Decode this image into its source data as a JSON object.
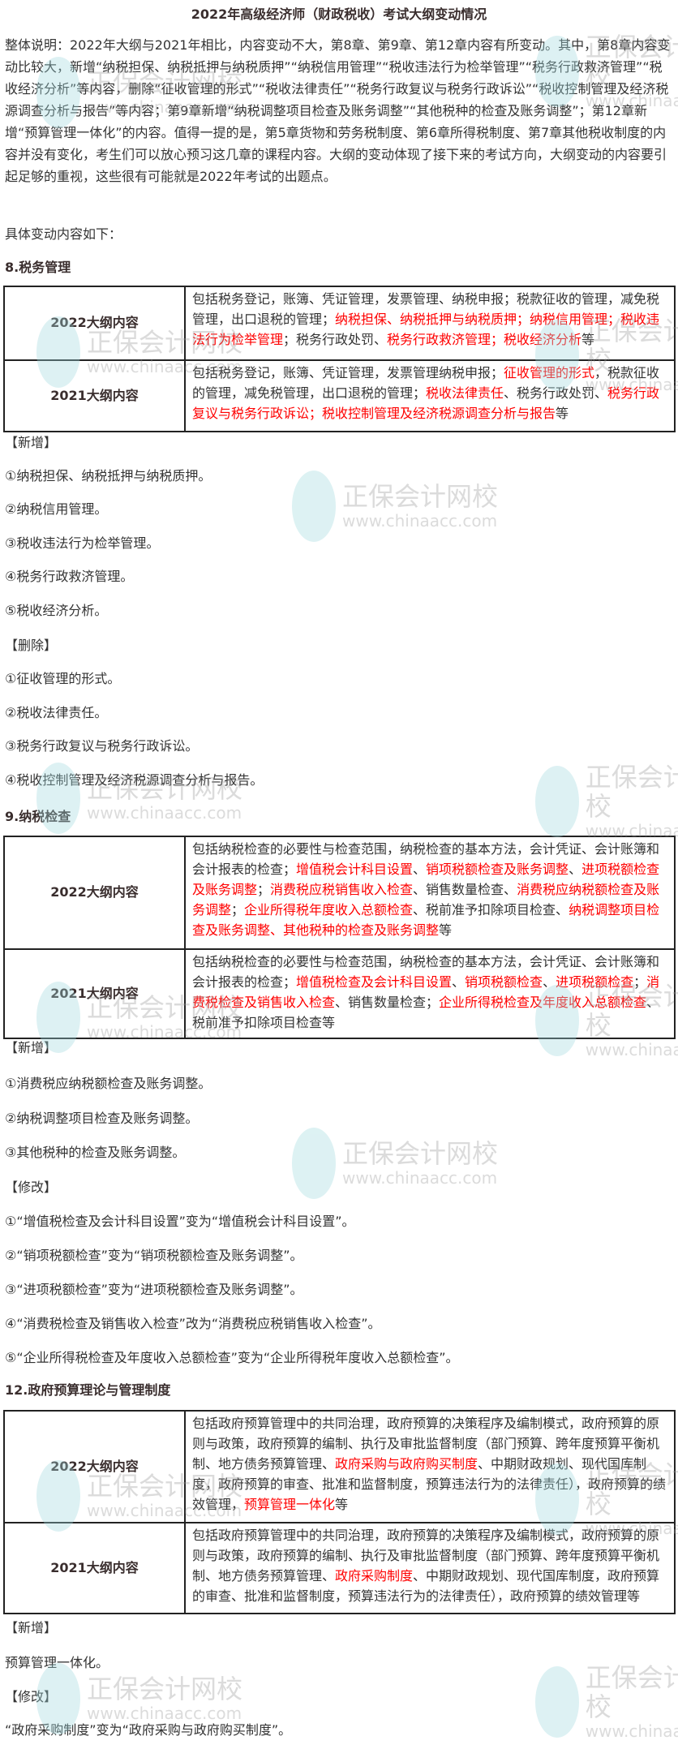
{
  "title": "2022年高级经济师（财政税收）考试大纲变动情况",
  "intro": "整体说明：2022年大纲与2021年相比，内容变动不大，第8章、第9章、第12章内容有所变动。其中，第8章内容变动比较大，新增“纳税担保、纳税抵押与纳税质押”“纳税信用管理”“税收违法行为检举管理”“税务行政救济管理”“税收经济分析”等内容，删除“征收管理的形式”“税收法律责任”“税务行政复议与税务行政诉讼”“税收控制管理及经济税源调查分析与报告”等内容；第9章新增“纳税调整项目检查及账务调整”“其他税种的检查及账务调整”；第12章新增“预算管理一体化”的内容。值得一提的是，第5章货物和劳务税制度、第6章所得税制度、第7章其他税收制度的内容并没有变化，考生们可以放心预习这几章的课程内容。大纲的变动体现了接下来的考试方向，大纲变动的内容要引起足够的重视，这些很有可能就是2022年考试的出题点。",
  "lead": "具体变动内容如下：",
  "watermark": {
    "name": "正保会计网校",
    "url": "www.chinaacc.com"
  },
  "sections": [
    {
      "heading": "8.税务管理",
      "rows": [
        {
          "label": "2022大纲内容",
          "segments": [
            {
              "t": "包括税务登记，账簿、凭证管理，发票管理、纳税申报；税款征收的管理，减免税管理，出口退税的管理；",
              "red": false
            },
            {
              "t": "纳税担保、纳税抵押与纳税质押；纳税信用管理；税收违法行为检举管理",
              "red": true
            },
            {
              "t": "；税务行政处罚、",
              "red": false
            },
            {
              "t": "税务行政救济管理；税收经济分析",
              "red": true
            },
            {
              "t": "等",
              "red": false
            }
          ]
        },
        {
          "label": "2021大纲内容",
          "segments": [
            {
              "t": "包括税务登记，账簿、凭证管理，发票管理纳税申报；",
              "red": false
            },
            {
              "t": "征收管理的形式",
              "red": true
            },
            {
              "t": "，税款征收的管理，减免税管理，出口退税的管理；",
              "red": false
            },
            {
              "t": "税收法律责任",
              "red": true
            },
            {
              "t": "、税务行政处罚、",
              "red": false
            },
            {
              "t": "税务行政复议与税务行政诉讼；税收控制管理及经济税源调查分析与报告",
              "red": true
            },
            {
              "t": "等",
              "red": false
            }
          ]
        }
      ],
      "groups": [
        {
          "label": "【新增】",
          "items": [
            "①纳税担保、纳税抵押与纳税质押。",
            "②纳税信用管理。",
            "③税收违法行为检举管理。",
            "④税务行政救济管理。",
            "⑤税收经济分析。"
          ]
        },
        {
          "label": "【删除】",
          "items": [
            "①征收管理的形式。",
            "②税收法律责任。",
            "③税务行政复议与税务行政诉讼。",
            "④税收控制管理及经济税源调查分析与报告。"
          ]
        }
      ]
    },
    {
      "heading": "9.纳税检查",
      "rows": [
        {
          "label": "2022大纲内容",
          "segments": [
            {
              "t": "包括纳税检查的必要性与检查范围，纳税检查的基本方法，会计凭证、会计账簿和会计报表的检查；",
              "red": false
            },
            {
              "t": "增值税会计科目设置",
              "red": true
            },
            {
              "t": "、",
              "red": false
            },
            {
              "t": "销项税额检查及账务调整",
              "red": true
            },
            {
              "t": "、",
              "red": false
            },
            {
              "t": "进项税额检查及账务调整",
              "red": true
            },
            {
              "t": "；",
              "red": false
            },
            {
              "t": "消费税应税销售收入检查",
              "red": true
            },
            {
              "t": "、销售数量检查、",
              "red": false
            },
            {
              "t": "消费税应纳税额检查及账务调整",
              "red": true
            },
            {
              "t": "；",
              "red": false
            },
            {
              "t": "企业所得税年度收入总额检查",
              "red": true
            },
            {
              "t": "、税前准予扣除项目检查、",
              "red": false
            },
            {
              "t": "纳税调整项目检查及账务调整、其他税种的检查及账务调整",
              "red": true
            },
            {
              "t": "等",
              "red": false
            }
          ]
        },
        {
          "label": "2021大纲内容",
          "segments": [
            {
              "t": "包括纳税检查的必要性与检查范围，纳税检查的基本方法，会计凭证、会计账簿和会计报表的检查；",
              "red": false
            },
            {
              "t": "增值税检查及会计科目设置",
              "red": true
            },
            {
              "t": "、",
              "red": false
            },
            {
              "t": "销项税额检查",
              "red": true
            },
            {
              "t": "、",
              "red": false
            },
            {
              "t": "进项税额检查",
              "red": true
            },
            {
              "t": "；",
              "red": false
            },
            {
              "t": "消费税检查及销售收入检查",
              "red": true
            },
            {
              "t": "、销售数量检查；",
              "red": false
            },
            {
              "t": "企业所得税检查及年度收入总额检查",
              "red": true
            },
            {
              "t": "、税前准予扣除项目检查等",
              "red": false
            }
          ]
        }
      ],
      "groups": [
        {
          "label": "【新增】",
          "items": [
            "①消费税应纳税额检查及账务调整。",
            "②纳税调整项目检查及账务调整。",
            "③其他税种的检查及账务调整。"
          ]
        },
        {
          "label": "【修改】",
          "items": [
            "①“增值税检查及会计科目设置”变为“增值税会计科目设置”。",
            "②“销项税额检查”变为“销项税额检查及账务调整”。",
            "③“进项税额检查”变为“进项税额检查及账务调整”。",
            "④“消费税检查及销售收入检查”改为“消费税应税销售收入检查”。",
            "⑤“企业所得税检查及年度收入总额检查”变为“企业所得税年度收入总额检查”。"
          ]
        }
      ]
    },
    {
      "heading": "12.政府预算理论与管理制度",
      "rows": [
        {
          "label": "2022大纲内容",
          "segments": [
            {
              "t": "包括政府预算管理中的共同治理，政府预算的决策程序及编制模式，政府预算的原则与政策，政府预算的编制、执行及审批监督制度（部门预算、跨年度预算平衡机制、地方债务预算管理、",
              "red": false
            },
            {
              "t": "政府采购与政府购买制度",
              "red": true
            },
            {
              "t": "、中期财政规划、现代国库制度，政府预算的审查、批准和监督制度，预算违法行为的法律责任），政府预算的绩效管理，",
              "red": false
            },
            {
              "t": "预算管理一体化",
              "red": true
            },
            {
              "t": "等",
              "red": false
            }
          ]
        },
        {
          "label": "2021大纲内容",
          "segments": [
            {
              "t": "包括政府预算管理中的共同治理，政府预算的决策程序及编制模式，政府预算的原则与政策，政府预算的编制、执行及审批监督制度（部门预算、跨年度预算平衡机制、地方债务预算管理、",
              "red": false
            },
            {
              "t": "政府采购制度",
              "red": true
            },
            {
              "t": "、中期财政规划、现代国库制度，政府预算的审查、批准和监督制度，预算违法行为的法律责任），政府预算的绩效管理等",
              "red": false
            }
          ]
        }
      ],
      "groups": [
        {
          "label": "【新增】",
          "items": [
            "预算管理一体化。"
          ]
        },
        {
          "label": "【修改】",
          "items": [
            "“政府采购制度”变为“政府采购与政府购买制度”。"
          ]
        }
      ]
    }
  ]
}
